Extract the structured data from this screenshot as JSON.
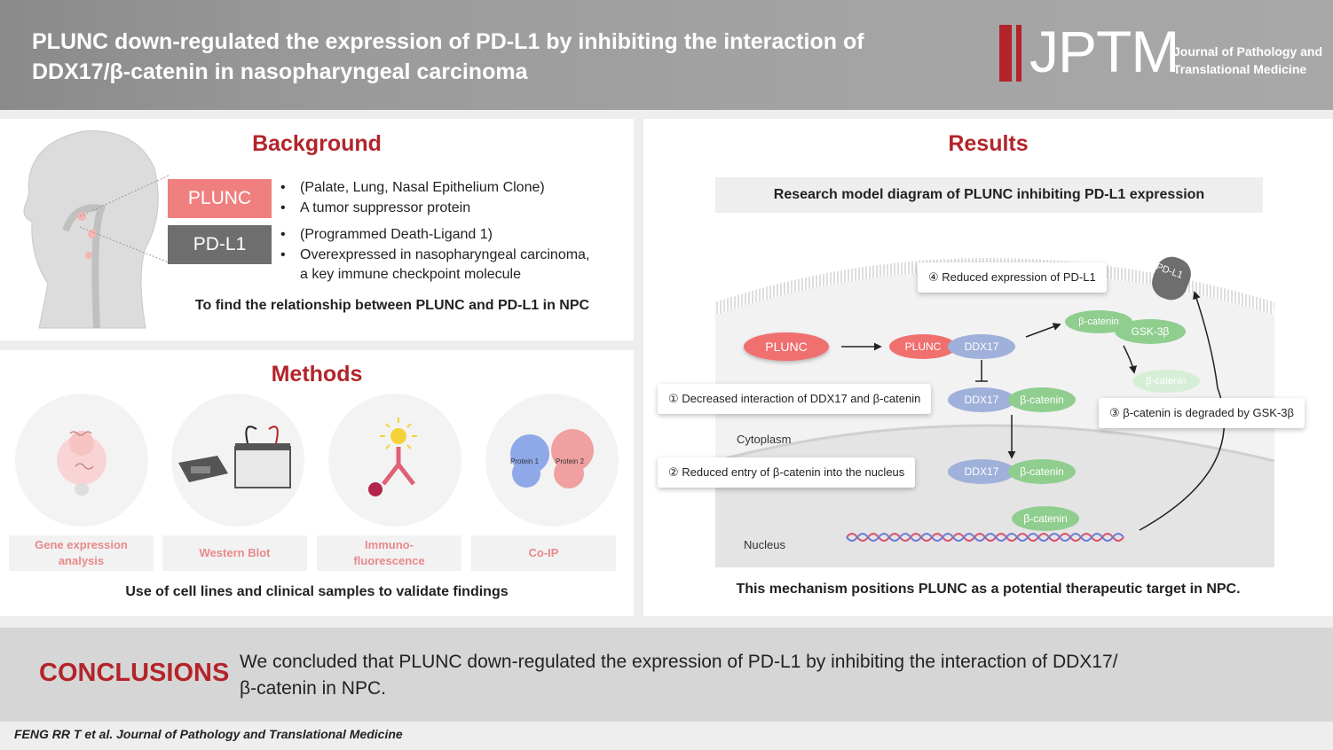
{
  "header": {
    "title_line1": "PLUNC down-regulated the expression of PD-L1 by inhibiting the interaction of",
    "title_line2": "DDX17/β-catenin in nasopharyngeal carcinoma",
    "logo_text": "JPTM",
    "logo_sub1": "Journal of Pathology and",
    "logo_sub2": "Translational Medicine"
  },
  "background": {
    "title": "Background",
    "plunc_tag": "PLUNC",
    "plunc_bullets": [
      "(Palate, Lung, Nasal Epithelium Clone)",
      "A tumor suppressor protein"
    ],
    "pdl1_tag": "PD-L1",
    "pdl1_bullets": [
      "(Programmed Death-Ligand 1)",
      "Overexpressed in nasopharyngeal carcinoma,"
    ],
    "pdl1_bullet_cont": "a key immune checkpoint molecule",
    "aim": "To find the relationship between PLUNC and PD-L1 in NPC"
  },
  "methods": {
    "title": "Methods",
    "items": [
      {
        "label_line1": "Gene expression",
        "label_line2": "analysis"
      },
      {
        "label_line1": "Western Blot",
        "label_line2": ""
      },
      {
        "label_line1": "Immuno-",
        "label_line2": "fluorescence"
      },
      {
        "label_line1": "Co-IP",
        "label_line2": ""
      }
    ],
    "protein1": "Protein 1",
    "protein2": "Protein 2",
    "note": "Use of cell lines and clinical samples to validate findings"
  },
  "results": {
    "title": "Results",
    "model_title": "Research model diagram of PLUNC inhibiting PD-L1 expression",
    "plunc": "PLUNC",
    "ddx17": "DDX17",
    "beta_catenin": "β-catenin",
    "gsk3b": "GSK-3β",
    "pdl1": "PD-L1",
    "cytoplasm": "Cytoplasm",
    "nucleus": "Nucleus",
    "callout1": "① Decreased interaction of DDX17 and β-catenin",
    "callout2": "② Reduced entry of β-catenin into the nucleus",
    "callout3": "③ β-catenin is degraded by GSK-3β",
    "callout4": "④ Reduced expression of PD-L1",
    "conclusion_note": "This mechanism positions PLUNC as a potential therapeutic target in NPC."
  },
  "conclusions": {
    "title": "CONCLUSIONS",
    "text_line1": "We concluded that PLUNC down-regulated the expression of PD-L1 by inhibiting the interaction of DDX17/",
    "text_line2": "β-catenin in NPC."
  },
  "footer": "FENG RR T et al. Journal of Pathology and Translational Medicine",
  "colors": {
    "accent_red": "#b3242a",
    "plunc_pink": "#f08080",
    "pdl1_gray": "#6e6e6e",
    "ddx17_blue": "#9fb0da",
    "catenin_green": "#8fce8f"
  }
}
